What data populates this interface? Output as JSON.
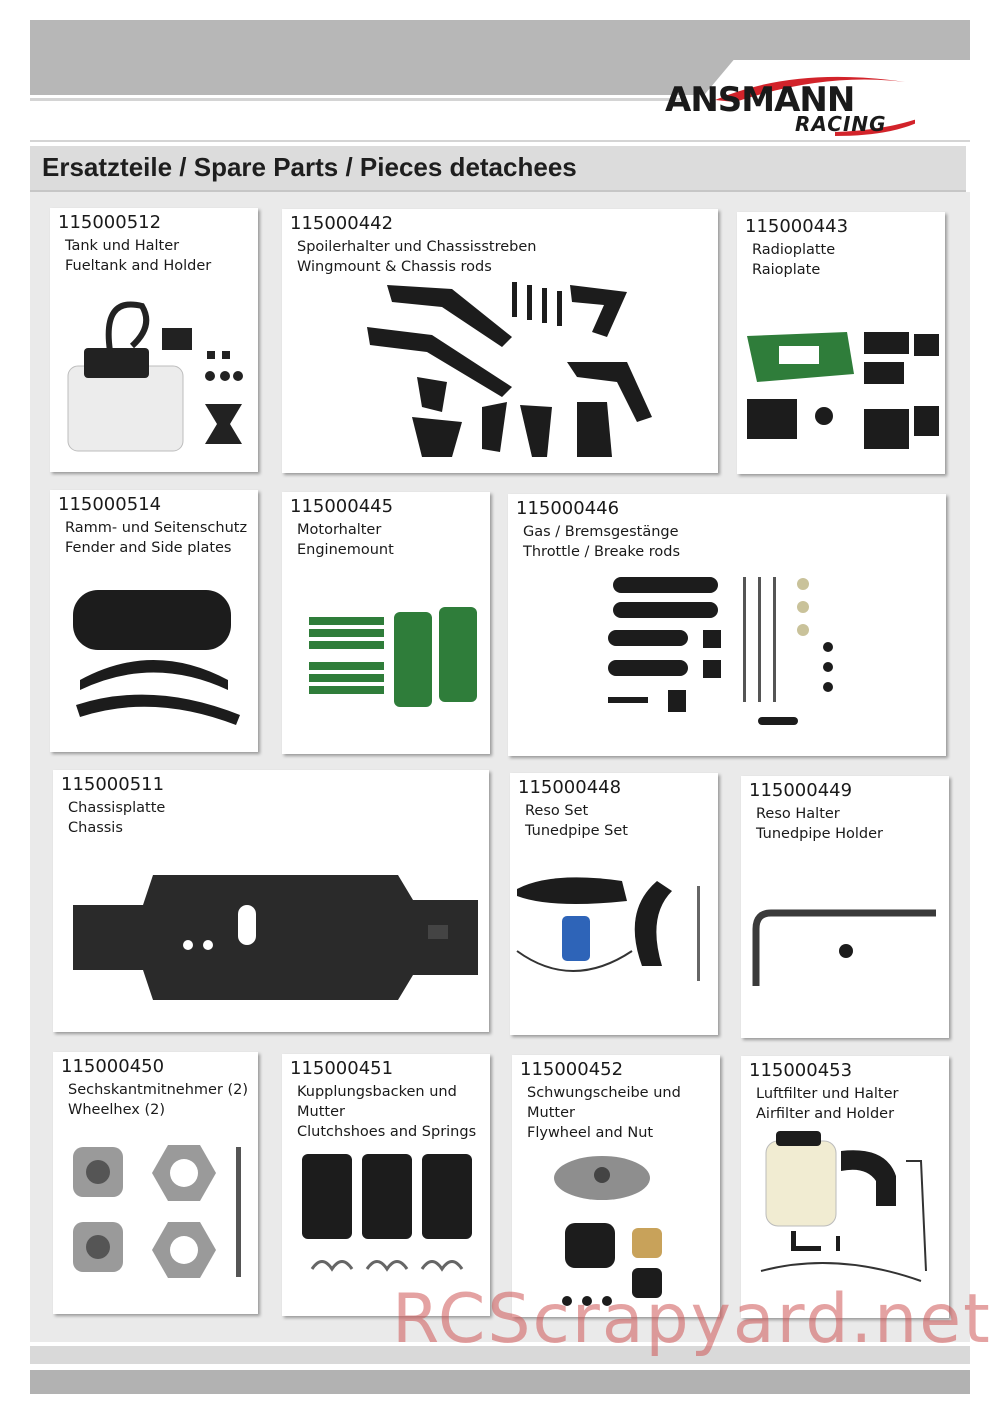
{
  "brand": {
    "name": "ANSMANN",
    "sub": "RACING"
  },
  "section_title": "Ersatzteile / Spare Parts / Pieces detachees",
  "parts": [
    {
      "number": "115000512",
      "desc": "Tank und Halter\nFueltank and Holder"
    },
    {
      "number": "115000442",
      "desc": "Spoilerhalter und Chassisstreben\nWingmount & Chassis rods"
    },
    {
      "number": "115000443",
      "desc": "Radioplatte\nRaioplate"
    },
    {
      "number": "115000514",
      "desc": "Ramm- und Seitenschutz\nFender and Side plates"
    },
    {
      "number": "115000445",
      "desc": "Motorhalter\nEnginemount"
    },
    {
      "number": "115000446",
      "desc": "Gas / Bremsgestänge\nThrottle / Breake rods"
    },
    {
      "number": "115000511",
      "desc": "Chassisplatte\nChassis"
    },
    {
      "number": "115000448",
      "desc": "Reso Set\nTunedpipe Set"
    },
    {
      "number": "115000449",
      "desc": "Reso Halter\nTunedpipe Holder"
    },
    {
      "number": "115000450",
      "desc": "Sechskantmitnehmer (2)\nWheelhex (2)"
    },
    {
      "number": "115000451",
      "desc": "Kupplungsbacken und\nMutter\nClutchshoes and Springs"
    },
    {
      "number": "115000452",
      "desc": "Schwungscheibe und\nMutter\nFlywheel and Nut"
    },
    {
      "number": "115000453",
      "desc": "Luftfilter und Halter\nAirfilter and Holder"
    }
  ],
  "watermark": "RCScrapyard.net",
  "colors": {
    "accent": "#d2232a",
    "part_green": "#2f7d3a",
    "part_black": "#1c1c1c"
  }
}
